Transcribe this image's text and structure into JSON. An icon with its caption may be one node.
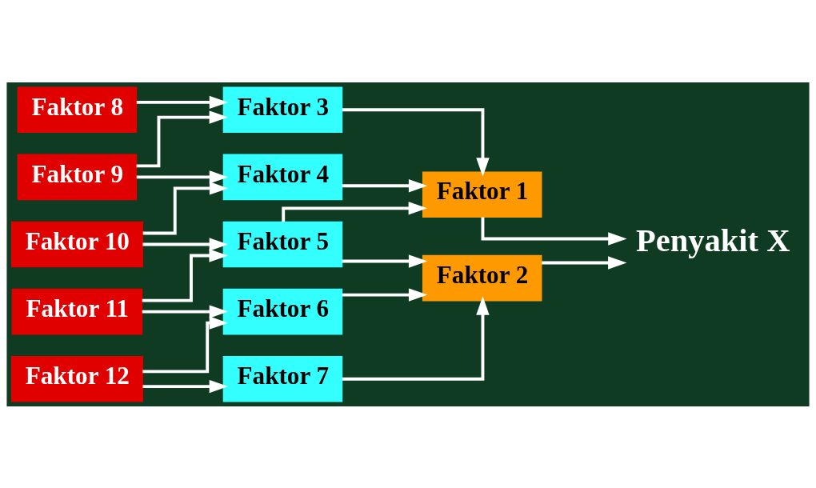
{
  "diagram": {
    "nodes": [
      {
        "text": [
          "Faktor 8"
        ]
      },
      {
        "text": [
          "Faktor 9"
        ]
      },
      {
        "text": [
          "Faktor 10"
        ]
      },
      {
        "text": [
          "Faktor 11"
        ]
      },
      {
        "text": [
          "Faktor 12"
        ]
      },
      {
        "text": [
          "Faktor 3"
        ]
      },
      {
        "text": [
          "Faktor 4"
        ]
      },
      {
        "text": [
          "Faktor 5"
        ]
      },
      {
        "text": [
          "Faktor 6"
        ]
      },
      {
        "text": [
          "Faktor 7"
        ]
      },
      {
        "text": [
          "Faktor 1"
        ]
      },
      {
        "text": [
          "Faktor 2"
        ]
      },
      {
        "text": [
          "Penyakit X"
        ]
      }
    ],
    "edges": [
      {
        "from": 0,
        "to": 5,
        "arrow": "to"
      },
      {
        "from": 1,
        "to": 5,
        "arrow": "to"
      },
      {
        "from": 1,
        "to": 6,
        "arrow": "to"
      },
      {
        "from": 2,
        "to": 6,
        "arrow": "to"
      },
      {
        "from": 2,
        "to": 7,
        "arrow": "to"
      },
      {
        "from": 3,
        "to": 7,
        "arrow": "to"
      },
      {
        "from": 3,
        "to": 8,
        "arrow": "to"
      },
      {
        "from": 4,
        "to": 8,
        "arrow": "to"
      },
      {
        "from": 4,
        "to": 9,
        "arrow": "to"
      },
      {
        "from": 5,
        "to": 10,
        "arrow": "to"
      },
      {
        "from": 6,
        "to": 10,
        "arrow": "to"
      },
      {
        "from": 7,
        "to": 10,
        "arrow": "to"
      },
      {
        "from": 7,
        "to": 11,
        "arrow": "to"
      },
      {
        "from": 8,
        "to": 11,
        "arrow": "to"
      },
      {
        "from": 9,
        "to": 11,
        "arrow": "to"
      },
      {
        "from": 10,
        "to": 12,
        "arrow": "to"
      },
      {
        "from": 11,
        "to": 12,
        "arrow": "to"
      }
    ]
  }
}
